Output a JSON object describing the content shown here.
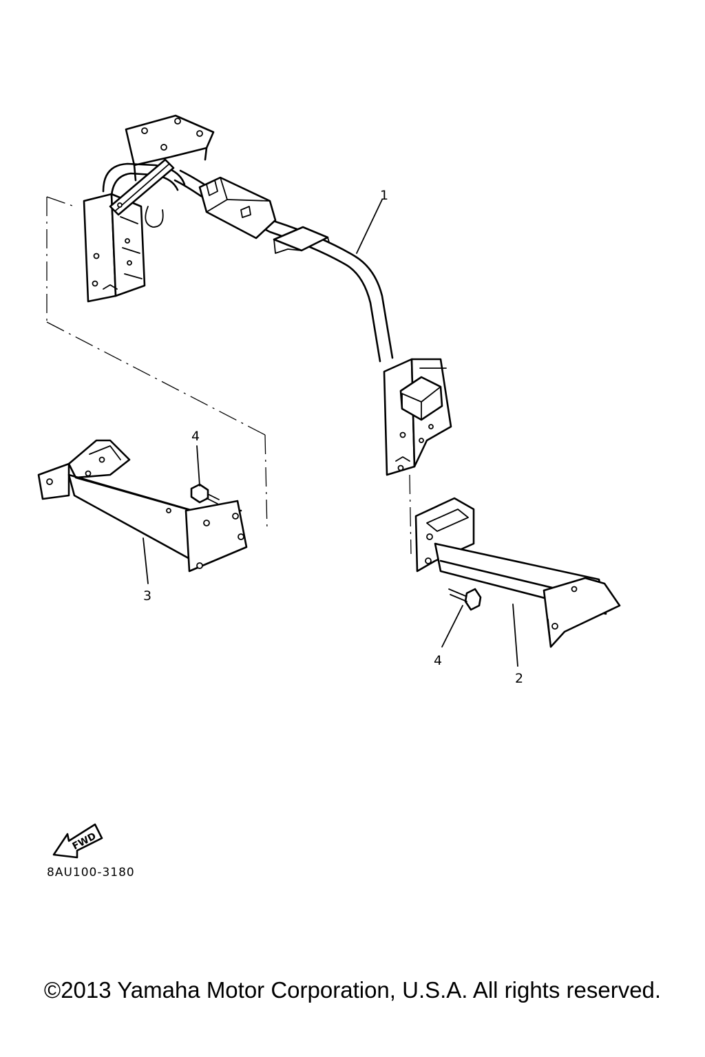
{
  "callouts": [
    {
      "id": "1",
      "label": "1"
    },
    {
      "id": "2",
      "label": "2"
    },
    {
      "id": "3",
      "label": "3"
    },
    {
      "id": "4a",
      "label": "4"
    },
    {
      "id": "4b",
      "label": "4"
    }
  ],
  "fwd_arrow_label": "FWD",
  "part_code": "8AU100-3180",
  "copyright": "©2013 Yamaha Motor Corporation, U.S.A. All rights reserved.",
  "colors": {
    "line": "#000000",
    "background": "#ffffff"
  }
}
